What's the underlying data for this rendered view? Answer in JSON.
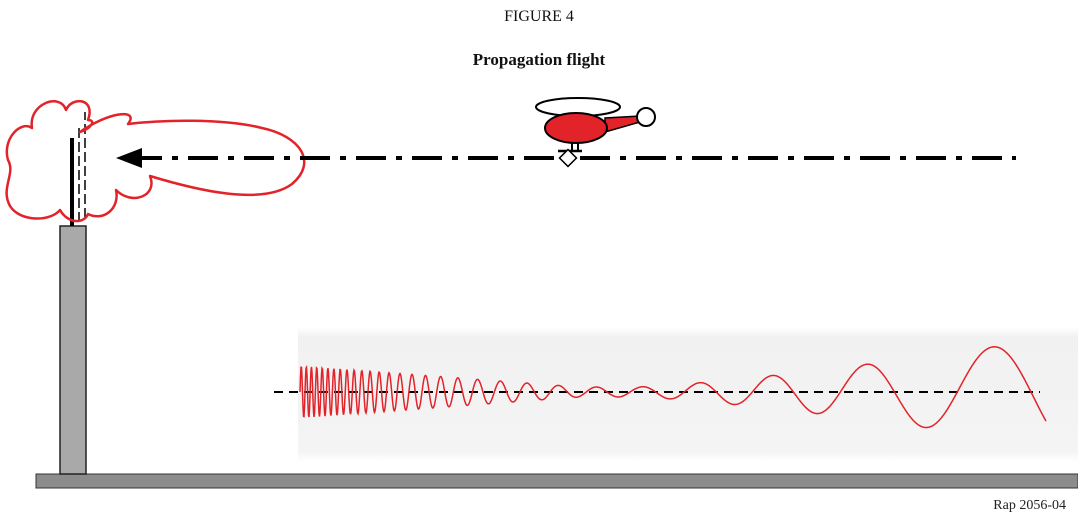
{
  "figure": {
    "label": "FIGURE 4",
    "title": "Propagation flight",
    "reference": "Rap 2056-04"
  },
  "colors": {
    "signal_red": "#e2232a",
    "mast_grey": "#a9a9a9",
    "ground_grey": "#8c8c8c",
    "line_black": "#000000"
  }
}
